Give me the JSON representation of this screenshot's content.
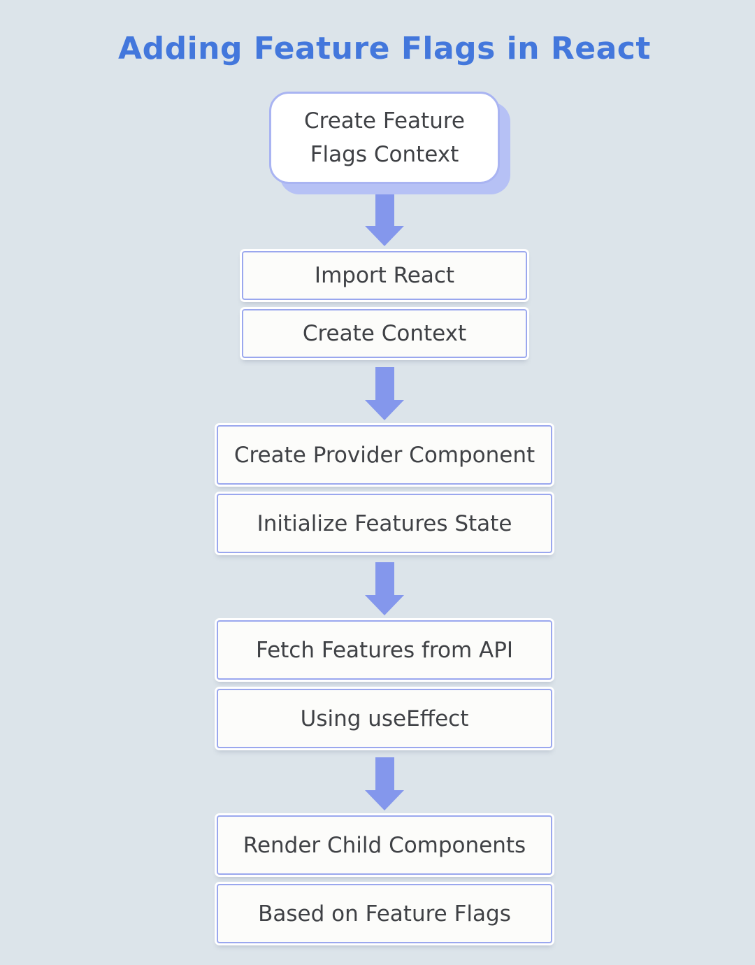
{
  "title": "Adding Feature Flags in React",
  "colors": {
    "bg": "#dce4ea",
    "title": "#4377dc",
    "arrow": "#8497ec",
    "box_border": "#9aa7ee",
    "start_border": "#a9b4f2",
    "start_shadow": "#b6c1f5",
    "box_bg": "#fcfcfa",
    "text": "#3f4145"
  },
  "flow": {
    "start_label": "Create Feature\nFlags Context",
    "steps": [
      {
        "boxes": [
          "Import React",
          "Create Context"
        ]
      },
      {
        "boxes": [
          "Create Provider Component",
          "Initialize Features State"
        ]
      },
      {
        "boxes": [
          "Fetch Features from API",
          "Using useEffect"
        ]
      },
      {
        "boxes": [
          "Render Child Components",
          "Based on Feature Flags"
        ]
      }
    ]
  }
}
